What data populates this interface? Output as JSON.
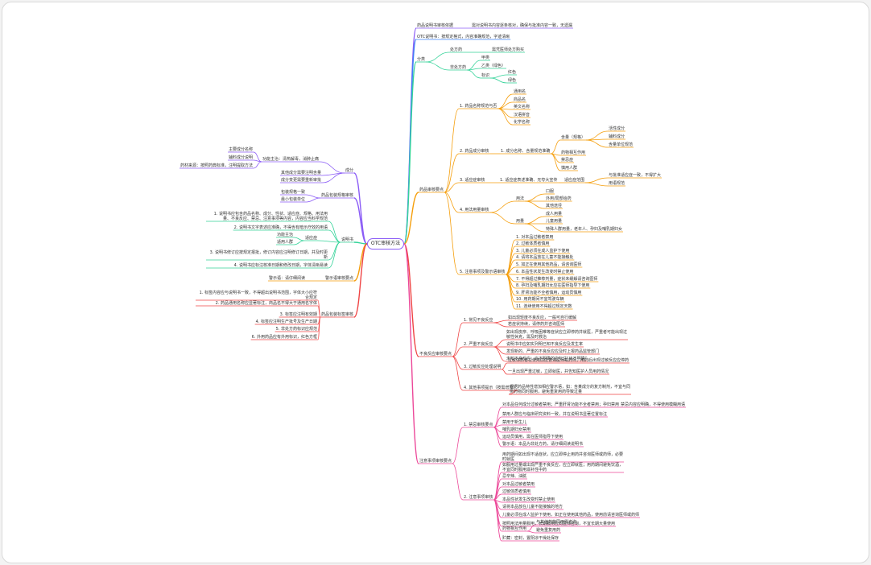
{
  "center": "OTC审核方法",
  "colors": {
    "purple": "#8b5cf6",
    "blue": "#3b82f6",
    "green": "#34d399",
    "orange": "#f59e0b",
    "red": "#ef4444",
    "pink": "#ec4899"
  },
  "right": [
    {
      "text": "药品说明书审核依据",
      "children": [
        {
          "text": "需对说明书内容逐条核对，确保与批准内容一致，无遗漏"
        }
      ]
    },
    {
      "text": "OTC说明书：按规定格式，内容准确规范，字迹清晰"
    },
    {
      "text": "分类",
      "children": [
        {
          "text": "处方药",
          "children": [
            {
              "text": "需凭医师处方购买"
            }
          ]
        },
        {
          "text": "非处方药",
          "children": [
            {
              "text": "甲类"
            },
            {
              "text": "乙类（绿色）"
            },
            {
              "text": "标识",
              "children": [
                {
                  "text": "红色"
                },
                {
                  "text": "绿色"
                }
              ]
            }
          ]
        }
      ]
    },
    {
      "text": "药品审核要点",
      "children": [
        {
          "text": "1. 药品名称规范与否",
          "children": [
            {
              "text": "通用名"
            },
            {
              "text": "商品名"
            },
            {
              "text": "英文名称"
            },
            {
              "text": "汉语拼音"
            },
            {
              "text": "化学名称"
            }
          ]
        },
        {
          "text": "2. 药品成分审核",
          "children": [
            {
              "text": "1. 成分名称、含量规范准确",
              "children": [
                {
                  "text": "含量（规格）",
                  "children": [
                    {
                      "text": "活性成分"
                    },
                    {
                      "text": "辅料成分"
                    },
                    {
                      "text": "含量单位规范"
                    }
                  ]
                },
                {
                  "text": "药物相互作用"
                },
                {
                  "text": "禁忌症"
                },
                {
                  "text": "慎用人群"
                }
              ]
            }
          ]
        },
        {
          "text": "3. 适应症审核",
          "children": [
            {
              "text": "1. 适应症表述准确、无夸大宣传",
              "children": [
                {
                  "text": "适应症范围",
                  "children": [
                    {
                      "text": "与批准适应症一致，不得扩大"
                    },
                    {
                      "text": "用语规范"
                    }
                  ]
                }
              ]
            }
          ]
        },
        {
          "text": "4. 用法用量审核",
          "children": [
            {
              "text": "用法",
              "children": [
                {
                  "text": "口服"
                },
                {
                  "text": "外用/局部给药"
                },
                {
                  "text": "其他途径"
                }
              ]
            },
            {
              "text": "用量",
              "children": [
                {
                  "text": "成人用量"
                },
                {
                  "text": "儿童用量"
                },
                {
                  "text": "特殊人群用量，老年人、孕妇及哺乳期妇女"
                }
              ]
            }
          ]
        },
        {
          "text": "5. 注意事项及警示语审核",
          "children": [
            {
              "text": "1. 对本品过敏者禁用"
            },
            {
              "text": "2. 过敏体质者慎用"
            },
            {
              "text": "3. 儿童必须在成人监护下使用"
            },
            {
              "text": "4. 请将本品放在儿童不能接触处"
            },
            {
              "text": "5. 如正在使用其他药品，请咨询医师"
            },
            {
              "text": "6. 本品性状发生改变时禁止使用"
            },
            {
              "text": "7. 不得超过推荐剂量，症状未缓解请咨询医师"
            },
            {
              "text": "8. 孕妇及哺乳期妇女应在医师指导下使用"
            },
            {
              "text": "9. 肝肾功能不全者慎用，运动员慎用"
            },
            {
              "text": "10. 用药期间不宜驾驶车辆"
            },
            {
              "text": "11. 连续使用不得超过规定天数"
            }
          ]
        }
      ]
    },
    {
      "text": "不良反应审核要点",
      "children": [
        {
          "text": "1. 常见不良反应",
          "children": [
            {
              "text": "如出现轻度不良反应，一般可自行缓解"
            },
            {
              "text": "若症状持续，请停药并咨询医师"
            }
          ]
        },
        {
          "text": "2. 严重不良反应",
          "children": [
            {
              "text": "如出现皮疹、呼吸困难等症状应立即停药并就医，严重者可能出现过敏性休克，需及时救治"
            },
            {
              "text": "说明书中应如实列明已知不良反应及发生率"
            },
            {
              "text": "发现新的、严重的不良反应应及时上报药品监管部门"
            },
            {
              "text": "未知不良反应：尚不明确的应标注“尚不明确”"
            }
          ]
        },
        {
          "text": "3. 过敏反应处理说明",
          "children": [
            {
              "text": "过敏体质者在使用前应咨询医师或药师，用药后出现过敏反应应停药"
            },
            {
              "text": "一旦出现严重过敏，立即就医，并告知医护人员用药情况"
            }
          ]
        },
        {
          "text": "4. 其他事项提示（按需增加）",
          "children": [
            {
              "text": "根据药品特性增加相应警示语，如：含某成分的复方制剂，不宜与同类药物同时服用，避免重复用药导致过量"
            }
          ]
        }
      ]
    },
    {
      "text": "注意事项审核要点",
      "children": [
        {
          "text": "1. 禁忌审核要点",
          "children": [
            {
              "text": "对本品任何成分过敏者禁用；严重肝肾功能不全者禁用；孕妇禁用",
              "children": [
                {
                  "text": "禁忌内容应明确，不得使用模糊用语"
                }
              ]
            },
            {
              "text": "禁用人群应与临床研究资料一致，并在说明书显著位置标注"
            },
            {
              "text": "禁用于新生儿"
            },
            {
              "text": "哺乳期妇女禁用"
            },
            {
              "text": "运动员慎用，需在医师指导下使用"
            },
            {
              "text": "警示语：本品为非处方药，请仔细阅读说明书"
            }
          ]
        },
        {
          "text": "2. 注意事项审核",
          "children": [
            {
              "text": "用药期间如出现不适症状，应立即停止用药并咨询医师或药师，必要时就医"
            },
            {
              "text": "如服用过量或出现严重不良反应，应立即就医；用药期间避免饮酒，不宜同时服用滋补性中药"
            },
            {
              "text": "忌辛辣、油腻"
            },
            {
              "text": "对本品过敏者禁用"
            },
            {
              "text": "过敏体质者慎用"
            },
            {
              "text": "本品性状发生改变时禁止使用"
            },
            {
              "text": "请将本品放在儿童不能接触的地方"
            },
            {
              "text": "儿童必须在成人监护下使用，如正在使用其他药品，使用前请咨询医师或药师"
            },
            {
              "text": "按照用法用量服用，长期服用应向医师咨询，不宜长期大量使用"
            },
            {
              "text": "药物相互作用",
              "children": [
                {
                  "text": "与其他药物同用需咨询"
                },
                {
                  "text": "避免重复用药"
                }
              ]
            },
            {
              "text": "贮藏：密封，置阴凉干燥处保存"
            }
          ]
        }
      ]
    }
  ],
  "left": [
    {
      "text": "成分",
      "children": [
        {
          "text": "功能主治：清热解毒，消肿止痛",
          "children": [
            {
              "text": "主要成分名称"
            },
            {
              "text": "辅料成分说明"
            },
            {
              "text": "药材来源：按照药典标准，注明提取方法"
            }
          ]
        },
        {
          "text": "其他成分需要注明含量"
        },
        {
          "text": "成分变更需要重新审批"
        }
      ]
    },
    {
      "text": "药品包装规格审核",
      "children": [
        {
          "text": "包装规格一致"
        },
        {
          "text": "最小包装单位"
        }
      ]
    },
    {
      "text": "说明书",
      "children": [
        {
          "text": "1. 说明书应包含药品名称、成分、性状、适应症、规格、用法用量、不良反应、禁忌、注意事项等内容，内容应当科学规范"
        },
        {
          "text": "2. 说明书文字表述应准确，不得含有暗示疗效的用语"
        },
        {
          "text": "适应症",
          "children": [
            {
              "text": "功能主治"
            },
            {
              "text": "适用人群"
            }
          ]
        },
        {
          "text": "3. 说明书修订应按规定报批，修订内容应注明修订日期，并及时更新"
        },
        {
          "text": "4. 说明书应标注核准日期和修改日期，字体清晰易读"
        }
      ]
    },
    {
      "text": "警示语审核要点",
      "children": [
        {
          "text": "警示语：请仔细阅读"
        }
      ]
    },
    {
      "text": "药品包装标签审核",
      "children": [
        {
          "text": "1. 标签内容应与说明书一致，不得超出说明书范围，字体大小应符合规定"
        },
        {
          "text": "2. 药品通用名称应显著标注，商品名不得大于通用名字体"
        },
        {
          "text": "3. 标签应注明有效期"
        },
        {
          "text": "4. 标签应注明生产批号及生产日期"
        },
        {
          "text": "5. 非处方药标识应规范"
        },
        {
          "text": "6. 外用药品应有外用标识，红色方框"
        }
      ]
    }
  ]
}
